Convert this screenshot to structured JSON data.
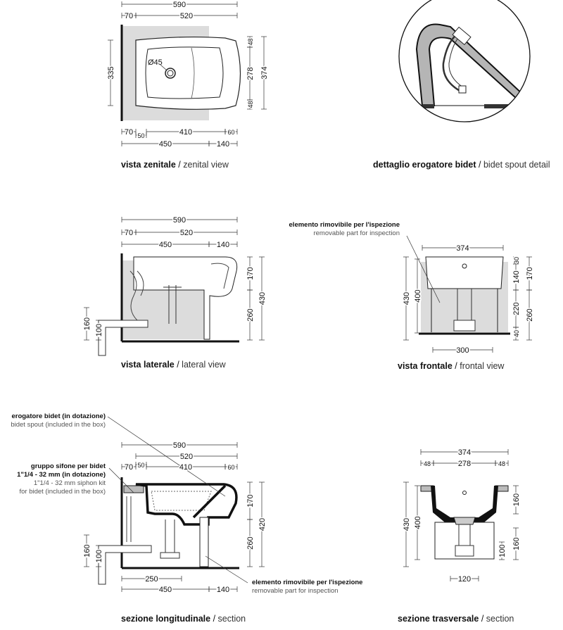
{
  "views": {
    "zenital": {
      "caption_it": "vista zenitale",
      "caption_en": "zenital view",
      "hole_label": "Ø45",
      "dims": {
        "total": "590",
        "d70": "70",
        "d520": "520",
        "d335": "335",
        "d48a": "48",
        "d278": "278",
        "d48b": "48",
        "d374": "374",
        "b70": "70",
        "b50": "50",
        "b410": "410",
        "b60": "60",
        "b450": "450",
        "b140": "140"
      }
    },
    "spout_detail": {
      "caption_it": "dettaglio erogatore bidet",
      "caption_en": "bidet spout detail"
    },
    "lateral": {
      "caption_it": "vista laterale",
      "caption_en": "lateral view",
      "dims": {
        "total": "590",
        "d70": "70",
        "d520": "520",
        "d450": "450",
        "d140": "140",
        "d170": "170",
        "d260": "260",
        "d430": "430",
        "d160": "160",
        "d100": "100"
      }
    },
    "frontal": {
      "caption_it": "vista frontale",
      "caption_en": "frontal view",
      "note_it": "elemento rimovibile per l'ispezione",
      "note_en": "removable part for inspection",
      "dims": {
        "d374": "374",
        "d300": "300",
        "d430": "430",
        "d400": "400",
        "d30": "30",
        "d140": "140",
        "d220": "220",
        "d40": "40",
        "d170": "170",
        "d260": "260"
      }
    },
    "longitudinal": {
      "caption_it": "sezione longitudinale",
      "caption_en": "section",
      "note_spout_it": "erogatore bidet (in dotazione)",
      "note_spout_en": "bidet spout (included in the box)",
      "note_siphon_it_1": "gruppo sifone per bidet",
      "note_siphon_it_2": "1\"1/4 - 32 mm (in dotazione)",
      "note_siphon_en_1": "1\"1/4 - 32 mm siphon kit",
      "note_siphon_en_2": "for bidet (included in the box)",
      "note_inspect_it": "elemento rimovibile per l'ispezione",
      "note_inspect_en": "removable part for inspection",
      "dims": {
        "total": "590",
        "d520": "520",
        "d70": "70",
        "d50": "50",
        "d410": "410",
        "d60": "60",
        "d250": "250",
        "d450": "450",
        "d140": "140",
        "d170": "170",
        "d260": "260",
        "d420": "420",
        "d160": "160",
        "d100": "100"
      }
    },
    "transverse": {
      "caption_it": "sezione trasversale",
      "caption_en": "section",
      "dims": {
        "d374": "374",
        "d48a": "48",
        "d278": "278",
        "d48b": "48",
        "d430": "430",
        "d400": "400",
        "d160a": "160",
        "d160b": "160",
        "d100": "100",
        "d120": "120"
      }
    }
  }
}
